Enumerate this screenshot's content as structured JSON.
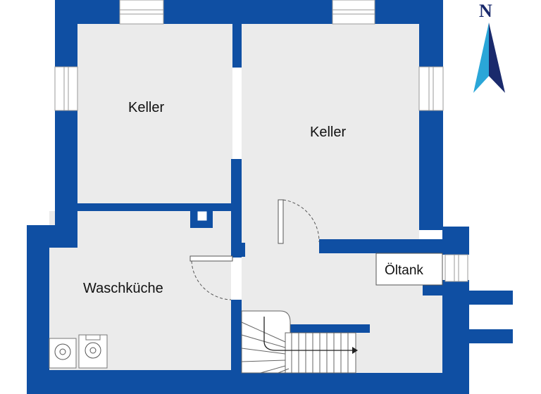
{
  "rooms": [
    {
      "label": "Keller"
    },
    {
      "label": "Keller"
    },
    {
      "label": "Waschküche"
    }
  ],
  "oil_tank": {
    "label": "Öltank"
  },
  "compass": {
    "letter": "N"
  },
  "colors": {
    "wall": "#0f4fa3",
    "floor": "#ebebeb",
    "compass_light": "#2aa6d8",
    "compass_dark": "#1a2a6c"
  }
}
